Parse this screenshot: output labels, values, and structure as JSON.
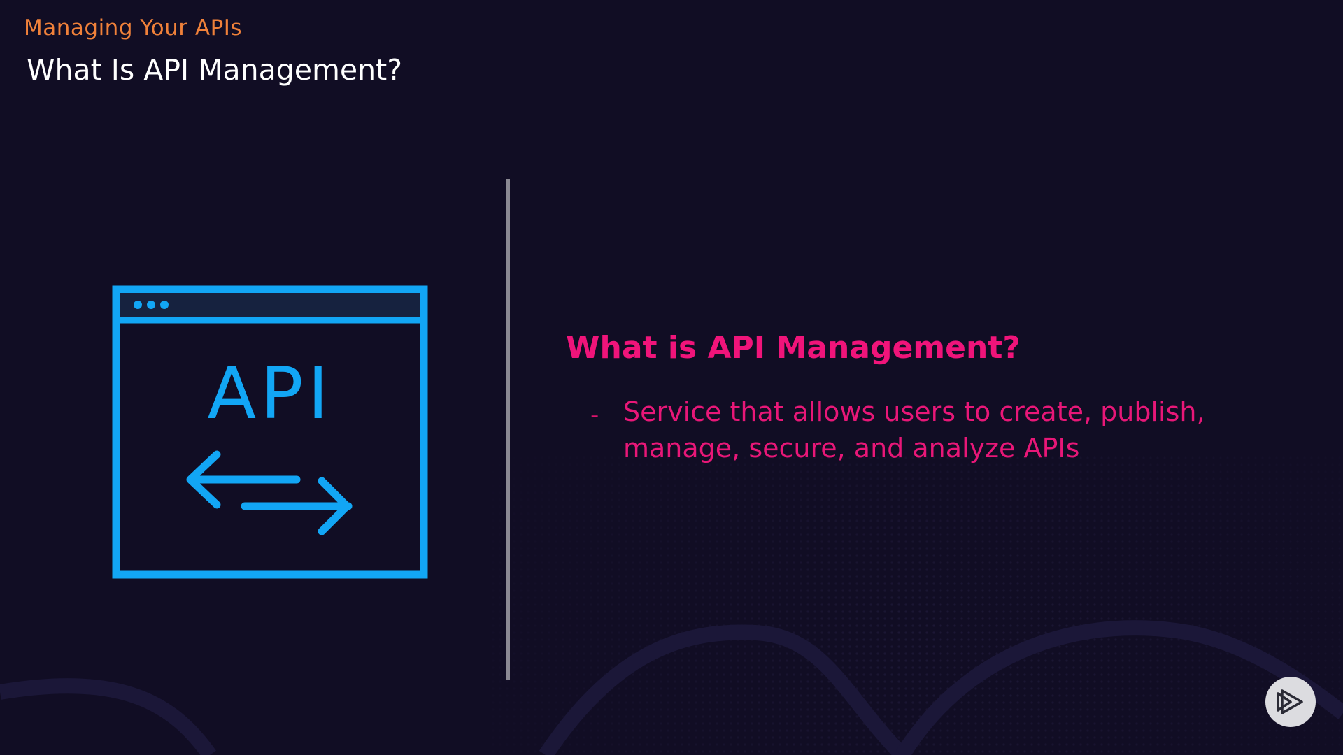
{
  "header": {
    "section_label": "Managing Your APIs",
    "title": "What Is API Management?"
  },
  "illustration": {
    "icon": "api-browser-window-icon",
    "label": "API"
  },
  "content": {
    "heading": "What is API Management?",
    "bullets": [
      {
        "marker": "-",
        "text": "Service that allows users to create, publish, manage, secure, and analyze APIs"
      }
    ]
  },
  "player": {
    "icon": "play-logo-icon"
  },
  "colors": {
    "background": "#110d24",
    "section_label": "#f0813a",
    "title": "#ffffff",
    "accent_pink": "#f0147a",
    "icon_blue": "#12a6f5",
    "divider": "#8b8993"
  }
}
